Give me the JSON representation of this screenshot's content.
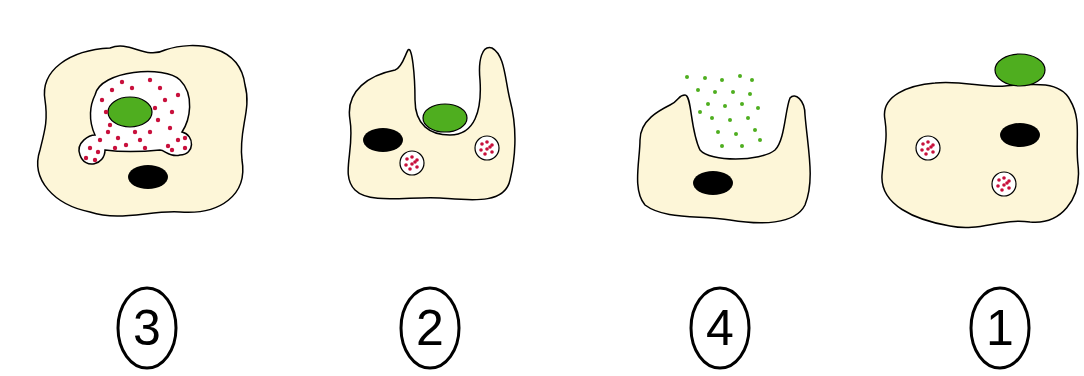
{
  "diagram": {
    "nodes": [
      {
        "text": [
          "3"
        ]
      },
      {
        "text": [
          "2"
        ]
      },
      {
        "text": [
          "4"
        ]
      },
      {
        "text": [
          "1"
        ]
      }
    ]
  }
}
